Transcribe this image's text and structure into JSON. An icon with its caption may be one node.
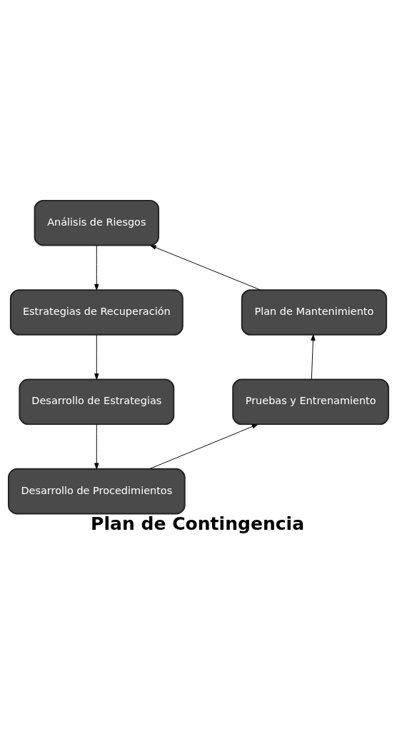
{
  "diagram": {
    "title": "Plan de Contingencia",
    "nodes": [
      {
        "text": [
          "Análisis de Riesgos"
        ]
      },
      {
        "text": [
          "Estrategias de Recuperación"
        ]
      },
      {
        "text": [
          "Desarrollo de Estrategias"
        ]
      },
      {
        "text": [
          "Desarrollo de Procedimientos"
        ]
      },
      {
        "text": [
          "Pruebas y Entrenamiento"
        ]
      },
      {
        "text": [
          "Plan de Mantenimiento"
        ]
      }
    ],
    "edges": [
      {
        "from": 0,
        "to": 1,
        "arrow": "to"
      },
      {
        "from": 1,
        "to": 2,
        "arrow": "to"
      },
      {
        "from": 2,
        "to": 3,
        "arrow": "to"
      },
      {
        "from": 3,
        "to": 4,
        "arrow": "to"
      },
      {
        "from": 4,
        "to": 5,
        "arrow": "to"
      },
      {
        "from": 5,
        "to": 0,
        "arrow": "to"
      }
    ]
  }
}
